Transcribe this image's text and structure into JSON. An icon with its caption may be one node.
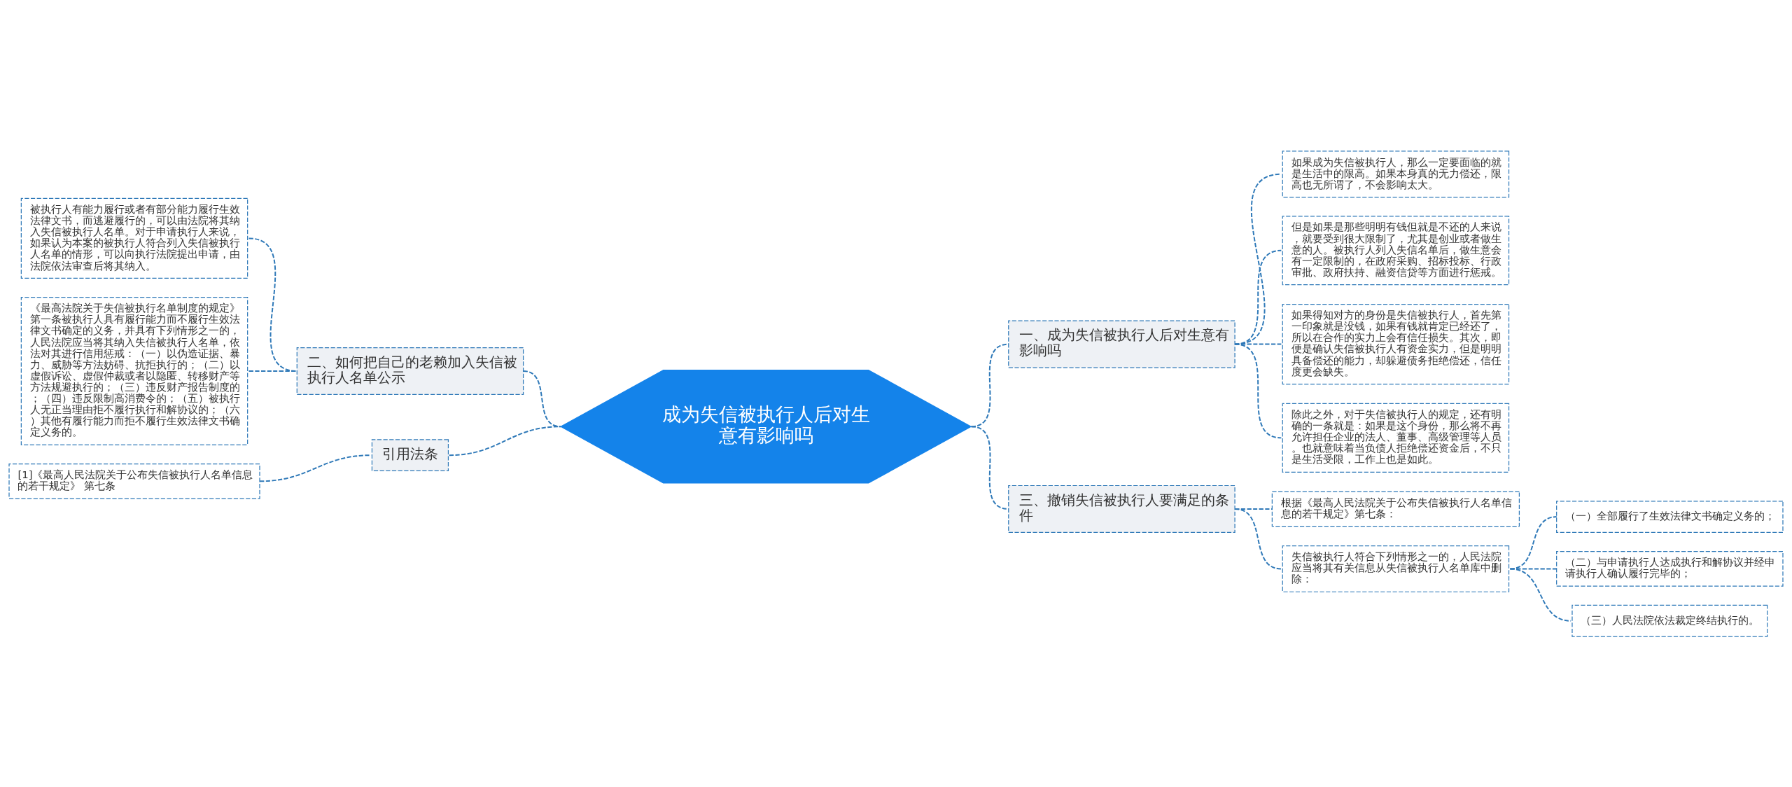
{
  "diagram": {
    "nodes": [
      {
        "text": [
          "成为失信被执行人后对生意有影响吗"
        ]
      },
      {
        "text": [
          "二、如何把自己的老赖加入失信被执行人名单公示"
        ]
      },
      {
        "text": [
          "被执行人有能力履行或者有部分能力履行生效法律文书，而逃避履行的，可以由法院将其纳入失信被执行人名单。对于申请执行人来说，如果认为本案的被执行人符合列入失信被执行人名单的情形，可以向执行法院提出申请，由法院依法审查后将其纳入。"
        ]
      },
      {
        "text": [
          "《最高法院关于失信被执行名单制度的规定》第一条被执行人具有履行能力而不履行生效法律文书确定的义务，并具有下列情形之一的，人民法院应当将其纳入失信被执行人名单，依法对其进行信用惩戒：（一）以伪造证据、暴力、威胁等方法妨碍、抗拒执行的；（二）以虚假诉讼、虚假仲裁或者以隐匿、转移财产等方法规避执行的；（三）违反财产报告制度的；（四）违反限制高消费令的；（五）被执行人无正当理由拒不履行执行和解协议的；（六）其他有履行能力而拒不履行生效法律文书确定义务的。"
        ]
      },
      {
        "text": [
          "引用法条"
        ]
      },
      {
        "text": [
          "[1]《最高人民法院关于公布失信被执行人名单信息的若干规定》 第七条"
        ]
      },
      {
        "text": [
          "一、成为失信被执行人后对生意有影响吗"
        ]
      },
      {
        "text": [
          "如果成为失信被执行人，那么一定要面临的就是生活中的限高。如果本身真的无力偿还，限高也无所谓了，不会影响太大。"
        ]
      },
      {
        "text": [
          "但是如果是那些明明有钱但就是不还的人来说，就要受到很大限制了，尤其是创业或者做生意的人。被执行人列入失信名单后，做生意会有一定限制的，在政府采购、招标投标、行政审批、政府扶持、融资信贷等方面进行惩戒。"
        ]
      },
      {
        "text": [
          "如果得知对方的身份是失信被执行人，首先第一印象就是没钱，如果有钱就肯定已经还了，所以在合作的实力上会有信任损失。其次，即便是确认失信被执行人有资金实力，但是明明具备偿还的能力，却躲避债务拒绝偿还，信任度更会缺失。"
        ]
      },
      {
        "text": [
          "除此之外，对于失信被执行人的规定，还有明确的一条就是：如果是这个身份，那么将不再允许担任企业的法人、董事、高级管理等人员。也就意味着当负债人拒绝偿还资金后，不只是生活受限，工作上也是如此。"
        ]
      },
      {
        "text": [
          "三、撤销失信被执行人要满足的条件"
        ]
      },
      {
        "text": [
          "根据《最高人民法院关于公布失信被执行人名单信息的若干规定》第七条："
        ]
      },
      {
        "text": [
          "失信被执行人符合下列情形之一的，人民法院应当将其有关信息从失信被执行人名单库中删除："
        ]
      },
      {
        "text": [
          "（一）全部履行了生效法律文书确定义务的；"
        ]
      },
      {
        "text": [
          "（二）与申请执行人达成执行和解协议并经申请执行人确认履行完毕的；"
        ]
      },
      {
        "text": [
          "（三）人民法院依法裁定终结执行的。"
        ]
      }
    ],
    "edges": [
      {
        "from": 2,
        "to": 1,
        "arrow": "none",
        "style": "dashed"
      },
      {
        "from": 3,
        "to": 1,
        "arrow": "none",
        "style": "dashed"
      },
      {
        "from": 1,
        "to": 0,
        "arrow": "none",
        "style": "dashed"
      },
      {
        "from": 5,
        "to": 4,
        "arrow": "none",
        "style": "dashed"
      },
      {
        "from": 4,
        "to": 0,
        "arrow": "none",
        "style": "dashed"
      },
      {
        "from": 0,
        "to": 6,
        "arrow": "none",
        "style": "dashed"
      },
      {
        "from": 6,
        "to": 7,
        "arrow": "none",
        "style": "dashed"
      },
      {
        "from": 6,
        "to": 8,
        "arrow": "none",
        "style": "dashed"
      },
      {
        "from": 6,
        "to": 9,
        "arrow": "none",
        "style": "dashed"
      },
      {
        "from": 6,
        "to": 10,
        "arrow": "none",
        "style": "dashed"
      },
      {
        "from": 0,
        "to": 11,
        "arrow": "none",
        "style": "dashed"
      },
      {
        "from": 11,
        "to": 12,
        "arrow": "none",
        "style": "dashed"
      },
      {
        "from": 11,
        "to": 13,
        "arrow": "none",
        "style": "dashed"
      },
      {
        "from": 13,
        "to": 14,
        "arrow": "none",
        "style": "dashed"
      },
      {
        "from": 13,
        "to": 15,
        "arrow": "none",
        "style": "dashed"
      },
      {
        "from": 13,
        "to": 16,
        "arrow": "none",
        "style": "dashed"
      }
    ]
  }
}
